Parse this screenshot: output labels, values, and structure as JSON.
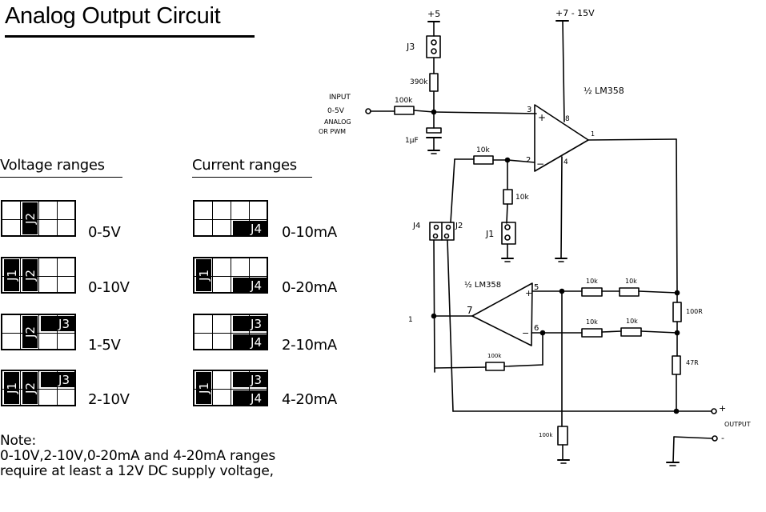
{
  "title": "Analog Output Circuit",
  "voltage": {
    "heading": "Voltage ranges",
    "ranges": [
      {
        "label": "0-5V",
        "jumpers": [
          "J2"
        ]
      },
      {
        "label": "0-10V",
        "jumpers": [
          "J1",
          "J2"
        ]
      },
      {
        "label": "1-5V",
        "jumpers": [
          "J2",
          "J3"
        ]
      },
      {
        "label": "2-10V",
        "jumpers": [
          "J1",
          "J2",
          "J3"
        ]
      }
    ]
  },
  "current": {
    "heading": "Current ranges",
    "ranges": [
      {
        "label": "0-10mA",
        "jumpers": [
          "J4"
        ]
      },
      {
        "label": "0-20mA",
        "jumpers": [
          "J1",
          "J4"
        ]
      },
      {
        "label": "2-10mA",
        "jumpers": [
          "J3",
          "J4"
        ]
      },
      {
        "label": "4-20mA",
        "jumpers": [
          "J1",
          "J3",
          "J4"
        ]
      }
    ]
  },
  "jumper_labels": {
    "j1": "J1",
    "j2": "J2",
    "j3": "J3",
    "j4": "J4"
  },
  "note": {
    "heading": "Note:",
    "line1": "0-10V,2-10V,0-20mA and 4-20mA ranges",
    "line2": "require at least a 12V DC supply voltage,"
  },
  "schematic": {
    "supply_5v": "+5",
    "supply_main": "+7 - 15V",
    "opamp1_label": "½ LM358",
    "opamp2_label": "½ LM358",
    "input_label": "INPUT",
    "input_range": "0-5V",
    "input_type1": "ANALOG",
    "input_type2": "OR PWM",
    "r_input": "100k",
    "r_pullup": "390k",
    "cap": "1µF",
    "j3": "J3",
    "j1": "J1",
    "j4": "J4",
    "j2": "J2",
    "r_fb1": "10k",
    "r_gnd1": "10k",
    "r_top1": "10k",
    "r_top2": "10k",
    "r_bot1": "10k",
    "r_bot2": "10k",
    "r_sense": "100R",
    "r_47": "47R",
    "r_fb2": "100k",
    "r_load": "100k",
    "pin3": "3",
    "pin2": "2",
    "pin8": "8",
    "pin4": "4",
    "pin1": "1",
    "pin5": "5",
    "pin6": "6",
    "pin7": "7",
    "plus": "+",
    "minus": "−",
    "output_label": "OUTPUT",
    "out_plus": "+",
    "out_minus": "-",
    "side_mark": "1"
  }
}
